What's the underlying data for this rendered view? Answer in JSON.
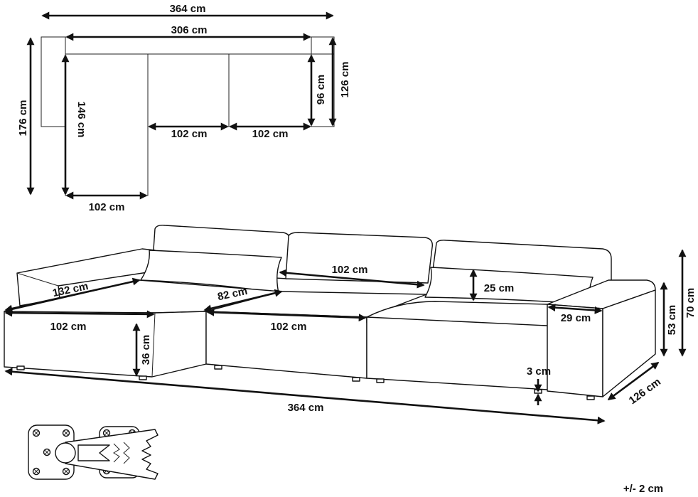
{
  "plan": {
    "total_width": "364 cm",
    "seat_width": "306 cm",
    "total_depth": "176 cm",
    "inner_depth": "146 cm",
    "seat_depth": "96 cm",
    "module_depth": "126 cm",
    "module_width_1": "102 cm",
    "module_width_2": "102 cm",
    "chaise_width": "102 cm"
  },
  "sofa": {
    "chaise_length": "132 cm",
    "chaise_width": "102 cm",
    "middle_seat_depth": "82 cm",
    "middle_module_width": "102 cm",
    "back_module_width": "102 cm",
    "cushion_height": "25 cm",
    "armrest_width": "29 cm",
    "seat_height": "36 cm",
    "foot_height": "3 cm",
    "arm_height": "53 cm",
    "total_height": "70 cm",
    "total_depth": "126 cm",
    "total_width": "364 cm"
  },
  "tolerance": "+/- 2 cm"
}
